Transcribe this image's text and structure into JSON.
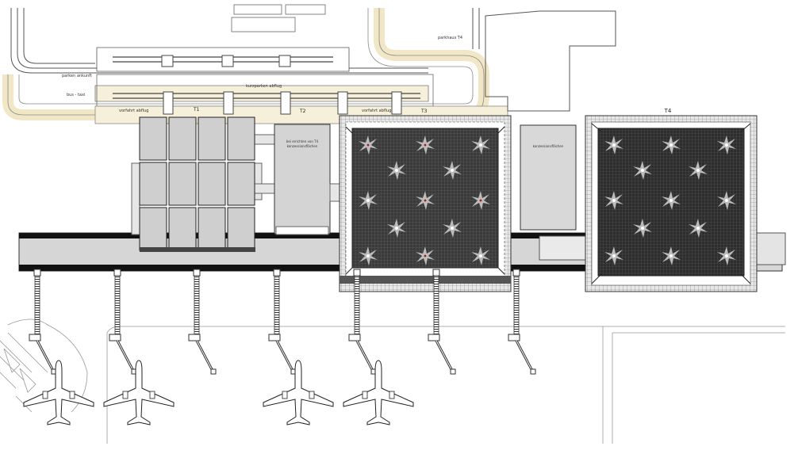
{
  "labels": {
    "parking_4": "parkhaus T4",
    "parken_ankunft": "parken ankunft",
    "kurzparken_abflug": "kurzparken abflug",
    "taxi_bus": "bus - taxi",
    "vorfahrt_1": "vorfahrt abflug",
    "vorfahrt_2": "vorfahrt abflug",
    "t1": "T1",
    "t2": "T2",
    "t3": "T3",
    "t4": "T4",
    "t2_box_1": "bei errichten von T4",
    "t2_box_2": "konzessionsflächen",
    "t4_box": "konzessionsflächen"
  },
  "colors": {
    "road_fill": "#f6efd9",
    "building_gray": "#d0d0d0",
    "dark_grid": "#3c3c3c",
    "line": "#555555",
    "accent_dot": "#9a1f1f"
  },
  "icons": {
    "aircraft": "aircraft-icon",
    "boarding_bridge": "jet-bridge-icon",
    "star_column": "tree-column-icon"
  }
}
